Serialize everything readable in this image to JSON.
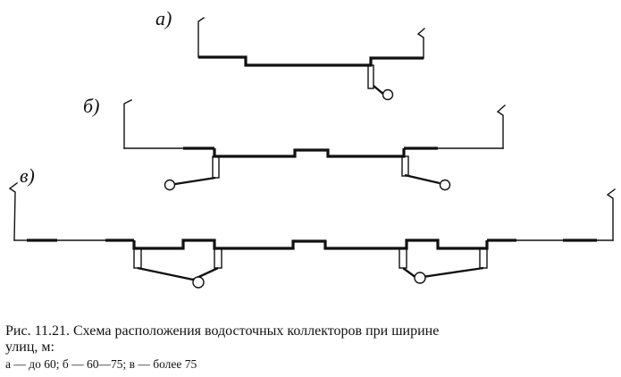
{
  "schemes": [
    {
      "label": "а)"
    },
    {
      "label": "б)"
    },
    {
      "label": "в)"
    }
  ],
  "caption": {
    "prefix": "Рис. 11.21. Схема расположения водосточных коллекторов при ширине",
    "line2": "улиц, м:",
    "legend": "а — до 60; б — 60—75; в — более 75"
  }
}
